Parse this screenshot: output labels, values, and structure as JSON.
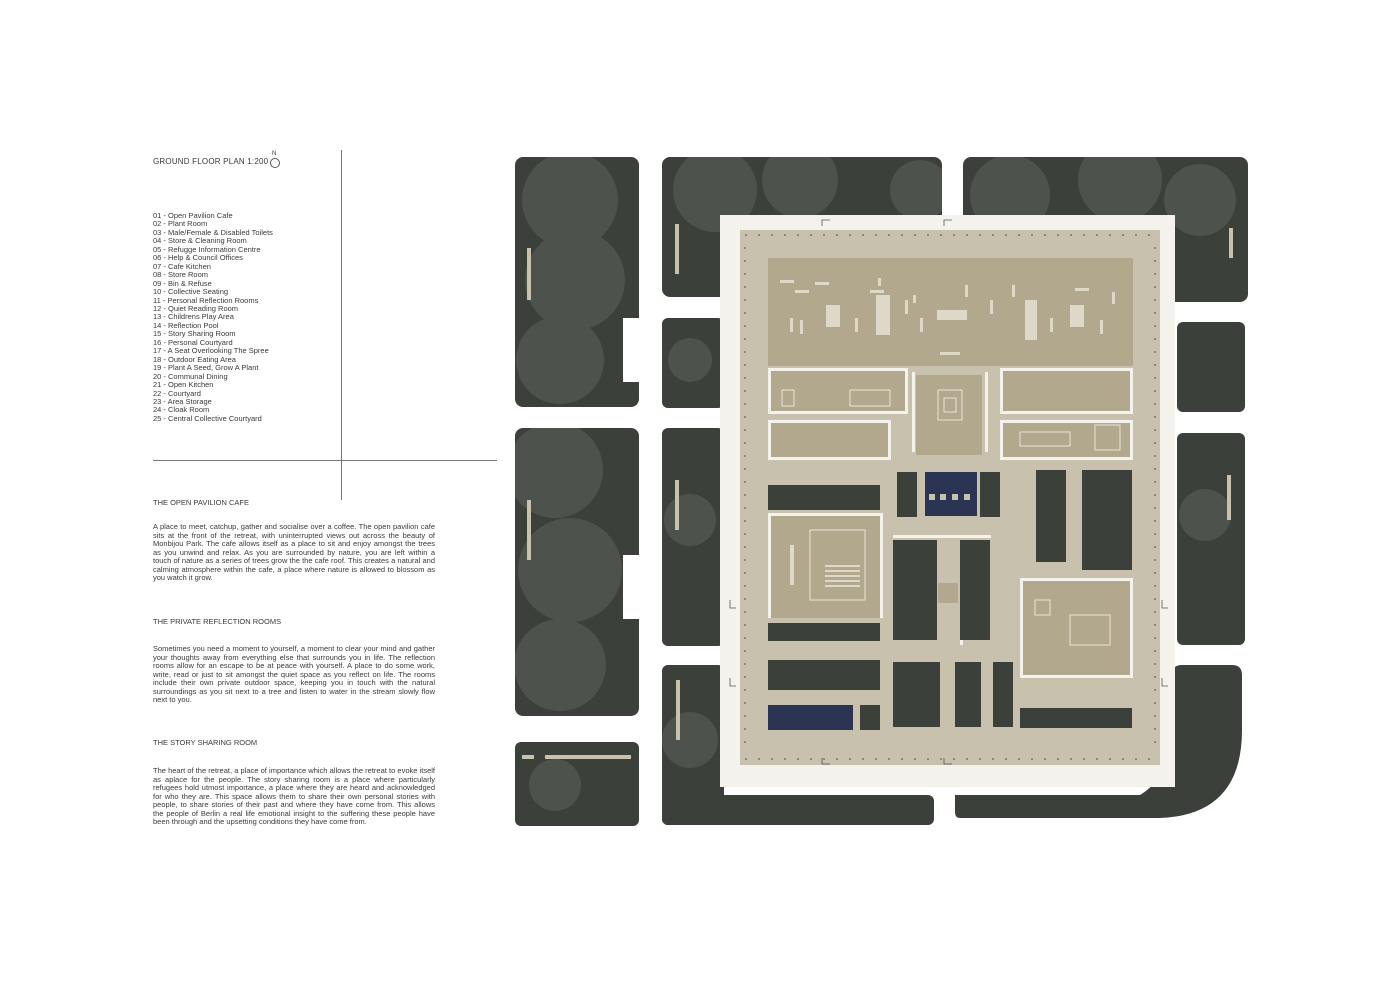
{
  "plan": {
    "title": "GROUND FLOOR PLAN 1:200",
    "north_label": "N",
    "legend": [
      "01 - Open Pavilion Cafe",
      "02 - Plant Room",
      "03 - Male/Female & Disabled Toilets",
      "04 - Store & Cleaning Room",
      "05 - Refugge Information Centre",
      "06 - Help & Council Offices",
      "07 - Cafe Kitchen",
      "08 - Store Room",
      "09 - Bin & Refuse",
      "10 - Collective Seating",
      "11 - Personal Reflection Rooms",
      "12 - Quiet Reading Room",
      "13 - Childrens Play Area",
      "14 - Reflection Pool",
      "15 - Story Sharing Room",
      "16 - Personal Courtyard",
      "17 - A Seat Overlooking The Spree",
      "18 - Outdoor Eating Area",
      "19 - Plant A Seed, Grow A Plant",
      "20 - Communal Dining",
      "21 - Open Kitchen",
      "22 - Courtyard",
      "23 - Area Storage",
      "24 - Cloak Room",
      "25 - Central Collective Courtyard"
    ]
  },
  "sections": [
    {
      "heading": "THE OPEN PAVILION CAFE",
      "body": "A place to meet, catchup, gather and socialise over a coffee. The open pavilion cafe sits at the front of the retreat, with uninterrupted views out across the beauty of Monbijou Park. The cafe allows itself as a place to sit and enjoy amongst the trees as you unwind and relax. As you are surrounded by nature, you are left within a touch of nature as a series of trees grow the the cafe roof. This creates a natural and calming atmosphere within the cafe, a place where nature is allowed to blossom as you watch it grow."
    },
    {
      "heading": "THE PRIVATE REFLECTION ROOMS",
      "body": "Sometimes you need a moment to yourself, a moment to clear your mind and gather your thoughts away from everything else that surrounds you in life. The reflection rooms allow for an escape to be at peace with yourself. A place to do some work, write, read or just to sit amongst the quiet space as you reflect on life. The rooms include their own private outdoor space, keeping you in touch with the natural surroundings as you sit next to a tree and listen to water in the stream slowly flow next to you."
    },
    {
      "heading": "THE STORY SHARING ROOM",
      "body": "The heart of the retreat, a place of importance which allows the retreat to evoke itself as aplace for the people. The story sharing room is a place where particularly refugees hold utmost importance, a place where they are heard and acknowledged for who they are. This space allows them to share their own personal stories with people, to share stories of their past and where they have come from. This allows the people of Berlin a real life emotional insight to the suffering these people have been through and the upsetting conditions they have come from."
    }
  ],
  "colors": {
    "landscape_dark": "#3c403b",
    "tree_canopy": "#525752",
    "paving": "#c7c1ae",
    "room_floor": "#b2a88e",
    "pool_blue": "#2b3452",
    "wall": "#f4f2ec"
  }
}
